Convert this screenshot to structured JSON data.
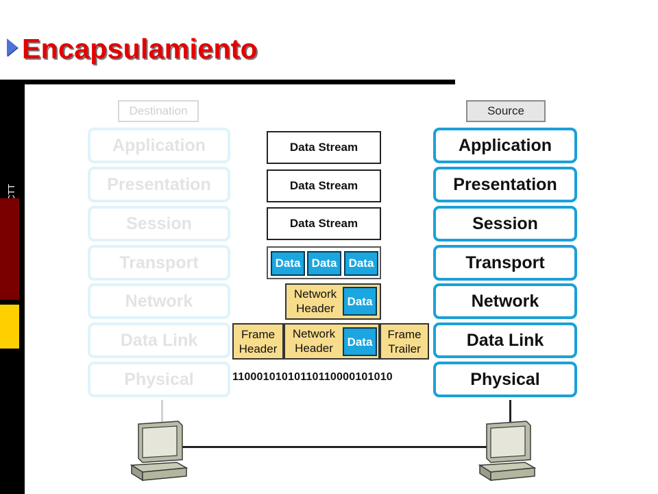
{
  "slide": {
    "title": "Encapsulamiento",
    "side_label": "The Saigon CTT"
  },
  "diagram": {
    "destination_label": "Destination",
    "source_label": "Source",
    "layers": [
      "Application",
      "Presentation",
      "Session",
      "Transport",
      "Network",
      "Data Link",
      "Physical"
    ],
    "data_stream_label": "Data Stream",
    "segment_label": "Data",
    "network_header_label": "Network Header",
    "frame_header_label": "Frame Header",
    "frame_trailer_label": "Frame Trailer",
    "bits": "11000101010110110000101010",
    "colors": {
      "source_border": "#1ba0d8",
      "destination_border": "#dff3fb",
      "data_block": "#1ba6e0",
      "header_block": "#f7dc8c",
      "title": "#e50000"
    }
  }
}
